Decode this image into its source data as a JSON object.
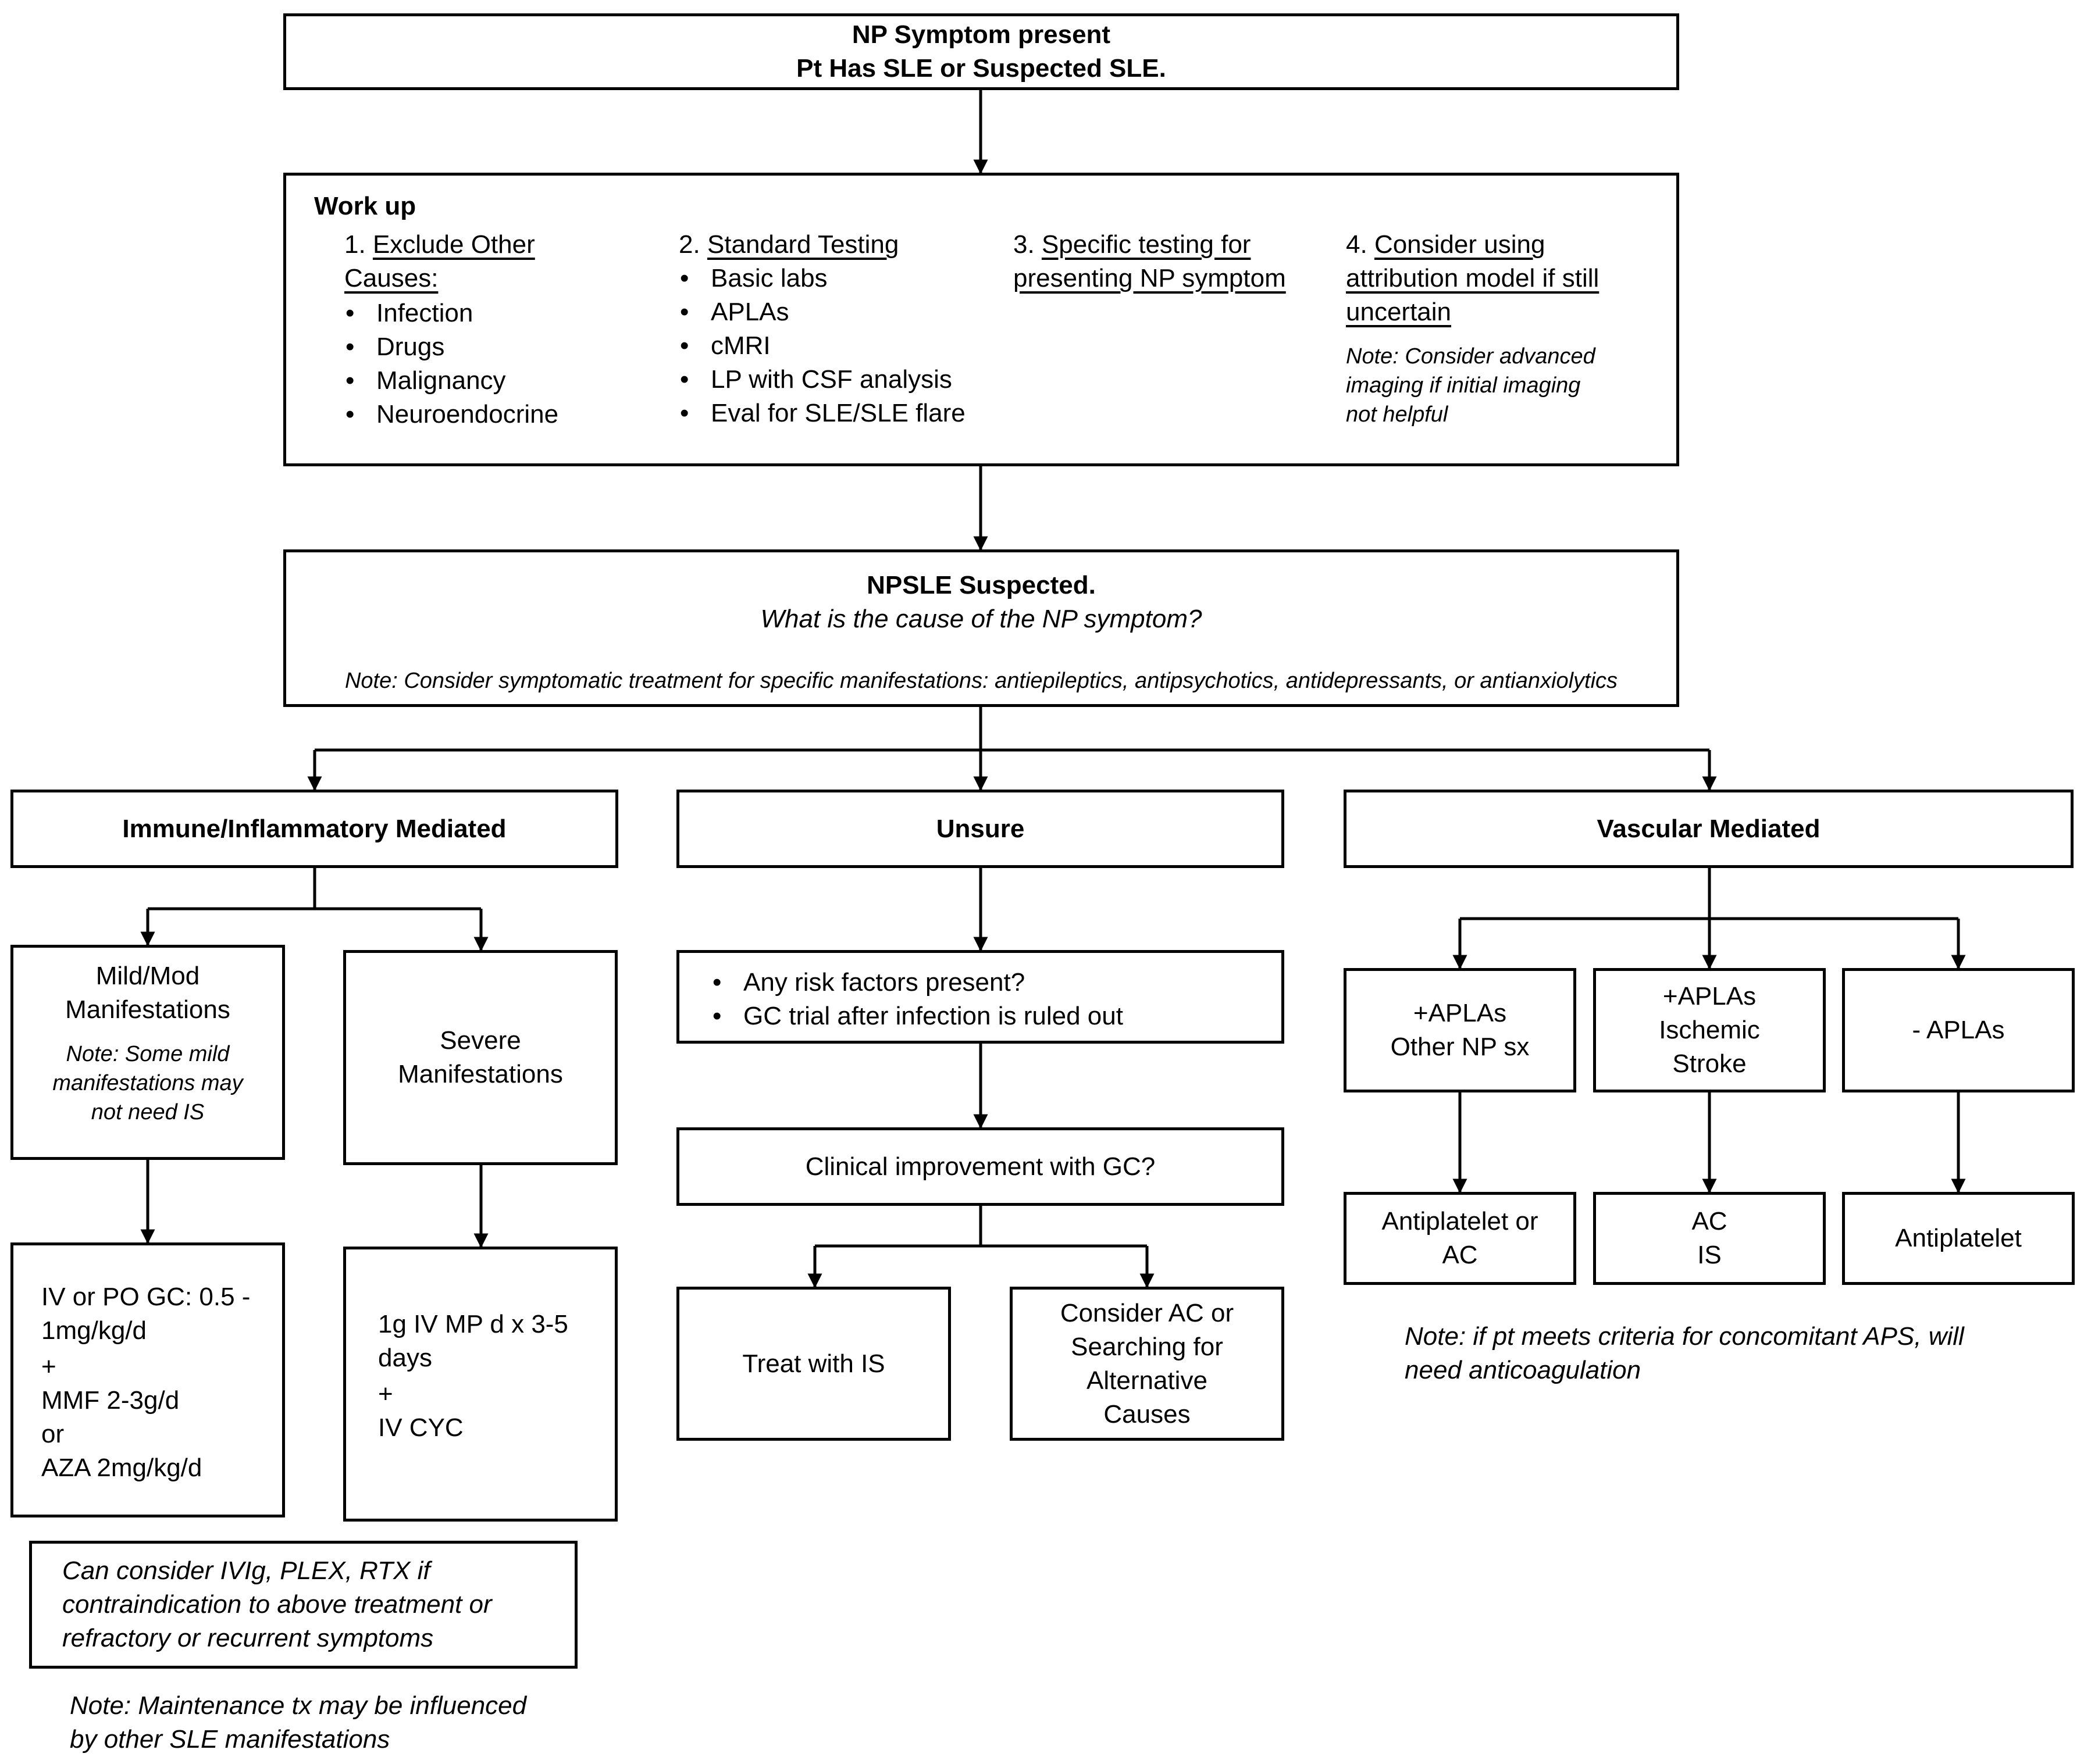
{
  "top": {
    "line1": "NP Symptom present",
    "line2": "Pt Has SLE or Suspected SLE."
  },
  "workup": {
    "title": "Work up",
    "col1": {
      "num": "1.",
      "heading_a": "Exclude Other",
      "heading_b": "Causes:",
      "items": [
        "Infection",
        "Drugs",
        "Malignancy",
        "Neuroendocrine"
      ]
    },
    "col2": {
      "num": "2.",
      "heading": "Standard Testing",
      "items": [
        "Basic labs",
        "APLAs",
        "cMRI",
        "LP with CSF analysis",
        "Eval for SLE/SLE flare"
      ]
    },
    "col3": {
      "num": "3.",
      "heading_a": "Specific testing for",
      "heading_b": "presenting NP symptom"
    },
    "col4": {
      "num": "4.",
      "heading_a": "Consider using",
      "heading_b": "attribution model if still",
      "heading_c": "uncertain",
      "note_lines": [
        "Note: Consider advanced",
        "imaging if initial imaging",
        "not helpful"
      ]
    }
  },
  "npsle": {
    "title": "NPSLE Suspected.",
    "question": "What is the cause of the NP symptom?",
    "note": "Note: Consider symptomatic treatment for specific manifestations: antiepileptics, antipsychotics, antidepressants, or antianxiolytics"
  },
  "immune": {
    "title": "Immune/Inflammatory Mediated",
    "mild": {
      "line1": "Mild/Mod",
      "line2": "Manifestations",
      "note_lines": [
        "Note: Some mild",
        "manifestations may",
        "not need IS"
      ]
    },
    "severe": {
      "line1": "Severe",
      "line2": "Manifestations"
    },
    "mild_tx": [
      "IV or PO GC: 0.5 -",
      "1mg/kg/d",
      "+",
      "MMF 2-3g/d",
      "or",
      "AZA 2mg/kg/d"
    ],
    "severe_tx": [
      "1g IV MP d x 3-5",
      "days",
      "+",
      "IV CYC"
    ],
    "alt_tx": [
      "Can consider IVIg, PLEX, RTX if",
      "contraindication to above treatment or",
      "refractory or recurrent symptoms"
    ],
    "maint_note": [
      "Note: Maintenance tx may be influenced",
      "by other SLE manifestations"
    ]
  },
  "unsure": {
    "title": "Unsure",
    "questions": [
      "Any risk factors present?",
      "GC trial after infection is ruled out"
    ],
    "improvement": "Clinical improvement with GC?",
    "treat": "Treat with IS",
    "consider": [
      "Consider AC or",
      "Searching for",
      "Alternative",
      "Causes"
    ]
  },
  "vascular": {
    "title": "Vascular Mediated",
    "b1": [
      "+APLAs",
      "Other NP sx"
    ],
    "b2": [
      "+APLAs",
      "Ischemic",
      "Stroke"
    ],
    "b3": "- APLAs",
    "tx1": [
      "Antiplatelet or",
      "AC"
    ],
    "tx2": [
      "AC",
      "IS"
    ],
    "tx3": "Antiplatelet",
    "aps_note": [
      "Note: if pt meets criteria for concomitant APS, will",
      "need anticoagulation"
    ]
  }
}
